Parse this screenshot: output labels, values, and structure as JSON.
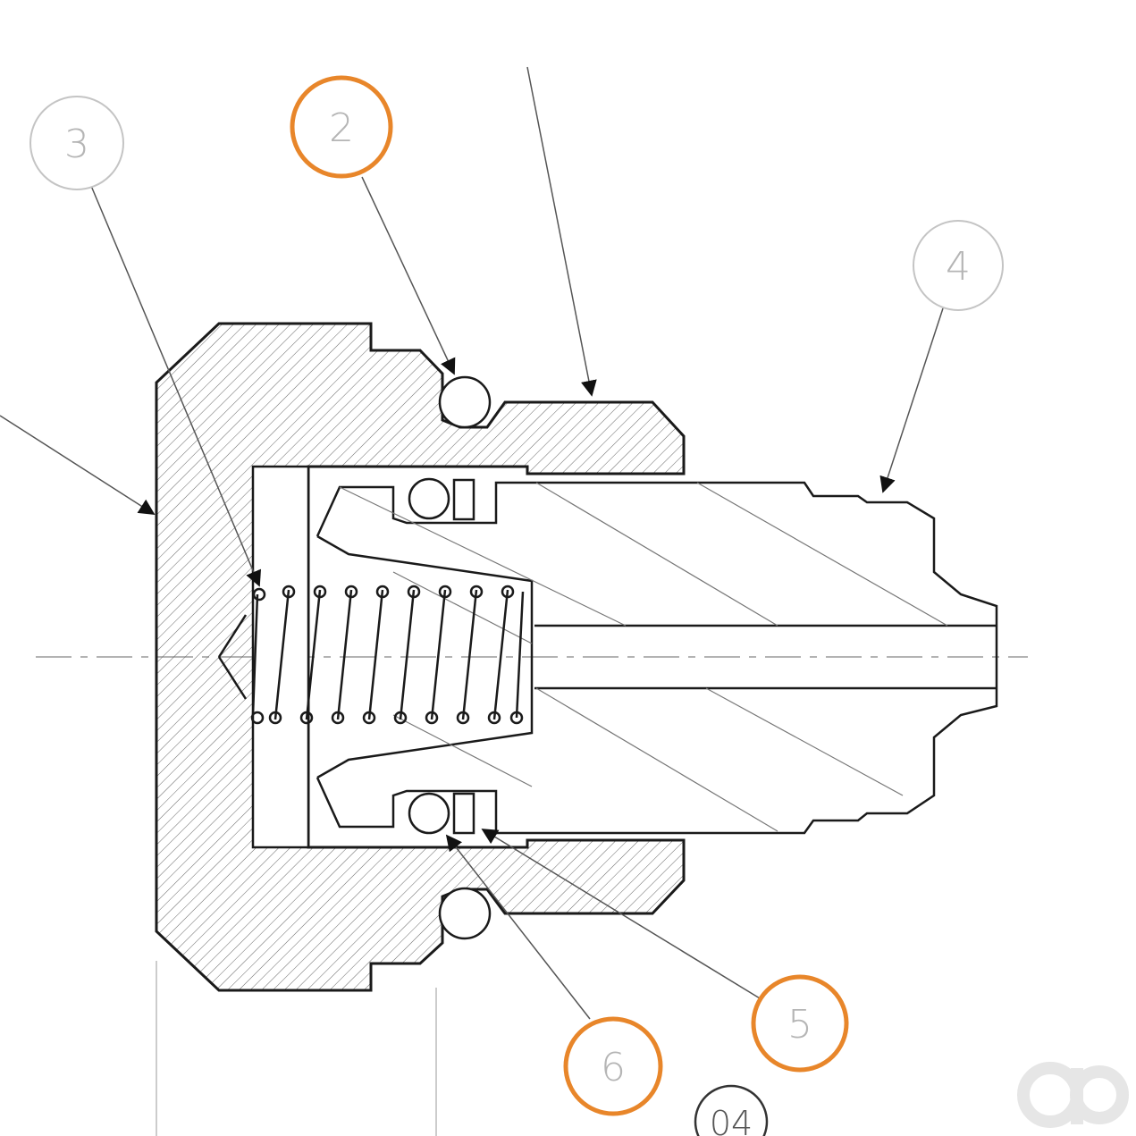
{
  "drawing": {
    "balloons": [
      {
        "id": "3",
        "label": "3",
        "highlighted": false
      },
      {
        "id": "2",
        "label": "2",
        "highlighted": true
      },
      {
        "id": "4",
        "label": "4",
        "highlighted": false
      },
      {
        "id": "5",
        "label": "5",
        "highlighted": true
      },
      {
        "id": "6",
        "label": "6",
        "highlighted": true
      },
      {
        "id": "04",
        "label": "04",
        "highlighted": false
      }
    ],
    "colors": {
      "line": "#1a1a1a",
      "hatch": "#555555",
      "highlight": "#e8862a",
      "balloon_plain": "#c4c4c4",
      "centerline": "#9a9a9a"
    },
    "watermark_icon": "ao-logo-icon"
  }
}
